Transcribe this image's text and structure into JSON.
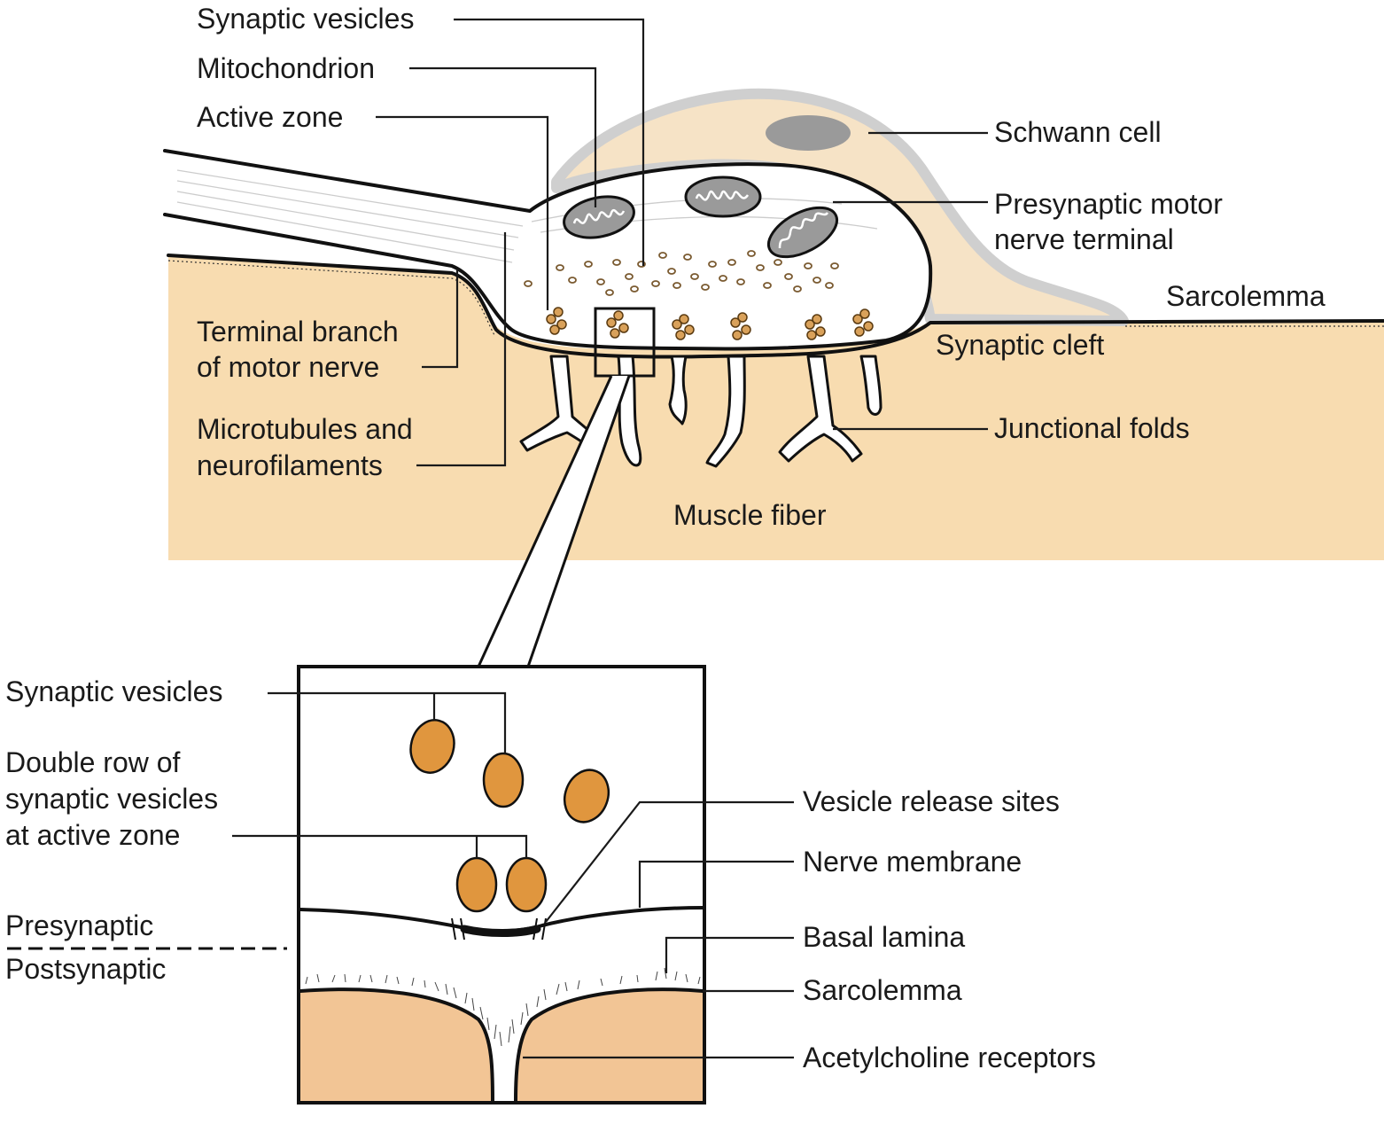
{
  "upper": {
    "synaptic_vesicles": "Synaptic vesicles",
    "mitochondrion": "Mitochondrion",
    "active_zone": "Active zone",
    "schwann_cell": "Schwann cell",
    "presynaptic_line1": "Presynaptic motor",
    "presynaptic_line2": "nerve terminal",
    "sarcolemma": "Sarcolemma",
    "terminal_branch_line1": "Terminal branch",
    "terminal_branch_line2": "of motor nerve",
    "synaptic_cleft": "Synaptic cleft",
    "junctional_folds": "Junctional folds",
    "microtubules_line1": "Microtubules and",
    "microtubules_line2": "neurofilaments",
    "muscle_fiber": "Muscle fiber"
  },
  "inset": {
    "synaptic_vesicles": "Synaptic vesicles",
    "double_row_line1": "Double row of",
    "double_row_line2": "synaptic vesicles",
    "double_row_line3": "at active zone",
    "vesicle_release_sites": "Vesicle release sites",
    "nerve_membrane": "Nerve membrane",
    "presynaptic": "Presynaptic",
    "postsynaptic": "Postsynaptic",
    "basal_lamina": "Basal lamina",
    "sarcolemma": "Sarcolemma",
    "acetylcholine_receptors": "Acetylcholine receptors"
  },
  "colors": {
    "muscle": "#f8dcb0",
    "schwann": "#f6e3c6",
    "schwann_outline": "#cfcfcf",
    "vesicle": "#e0963e",
    "postsynaptic_muscle": "#f2c595"
  }
}
